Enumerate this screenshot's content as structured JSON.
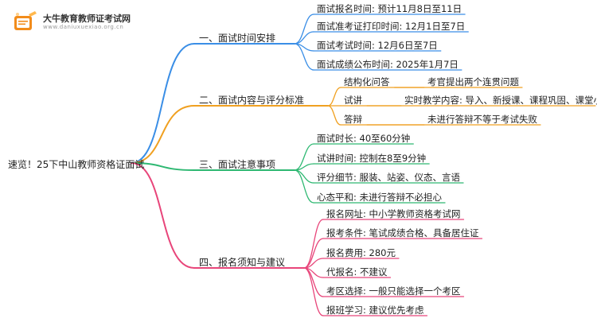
{
  "logo": {
    "title": "大牛教育教师证考试网",
    "subtitle": "www.daniuxuexiao.org.cn"
  },
  "root": "速览！25下中山教师资格证面试",
  "branches": [
    {
      "label": "一、面试时间安排",
      "color": "#3a8ee6",
      "items": [
        {
          "text": "面试报名时间: 预计11月8日至11日"
        },
        {
          "text": "面试准考证打印时间: 12月1日至7日"
        },
        {
          "text": "面试考试时间: 12月6日至7日"
        },
        {
          "text": "面试成绩公布时间: 2025年1月7日"
        }
      ]
    },
    {
      "label": "二、面试内容与评分标准",
      "color": "#f0a020",
      "items": [
        {
          "text": "结构化问答",
          "detail": "考官提出两个连贯问题"
        },
        {
          "text": "试讲",
          "detail": "实时教学内容: 导入、新授课、课程巩固、课堂小结"
        },
        {
          "text": "答辩",
          "detail": "未进行答辩不等于考试失败"
        }
      ]
    },
    {
      "label": "三、面试注意事项",
      "color": "#2eb872",
      "items": [
        {
          "text": "面试时长: 40至60分钟"
        },
        {
          "text": "试讲时间: 控制在8至9分钟"
        },
        {
          "text": "评分细节: 服装、站姿、仪态、言语"
        },
        {
          "text": "心态平和: 未进行答辩不必担心"
        }
      ]
    },
    {
      "label": "四、报名须知与建议",
      "color": "#e8457a",
      "items": [
        {
          "text": "报名网址: 中小学教师资格考试网"
        },
        {
          "text": "报考条件: 笔试成绩合格、具备居住证"
        },
        {
          "text": "报名费用: 280元"
        },
        {
          "text": "代报名: 不建议"
        },
        {
          "text": "考区选择: 一般只能选择一个考区"
        },
        {
          "text": "报班学习: 建议优先考虑"
        }
      ]
    }
  ]
}
